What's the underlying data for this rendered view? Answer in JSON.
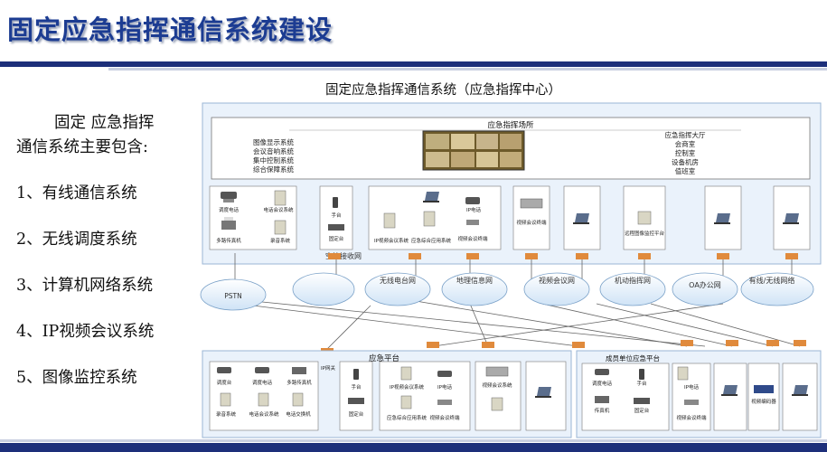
{
  "slide": {
    "title": "固定应急指挥通信系统建设"
  },
  "intro": {
    "line1": "固定 应急指挥",
    "line2": "通信系统主要包含:"
  },
  "systems": [
    "1、有线通信系统",
    "2、无线调度系统",
    "3、计算机网络系统",
    "4、IP视频会议系统",
    "5、图像监控系统"
  ],
  "diagram": {
    "title": "固定应急指挥通信系统（应急指挥中心）",
    "venue": {
      "title": "应急指挥场所",
      "left_lines": [
        "图像显示系统",
        "会议音响系统",
        "集中控制系统",
        "综合保障系统"
      ],
      "right_lines": [
        "应急指挥大厅",
        "会商室",
        "控制室",
        "设备机房",
        "值班室"
      ]
    },
    "top_devices": {
      "group1": [
        "调度电话",
        "电话会议系统",
        "多路传真机",
        "录音系统"
      ],
      "handset": "手台",
      "fixed_station": "固定台",
      "group3": [
        "IP视频会议系统",
        "应急综合应用系统",
        "IP电话",
        "视频会议终端"
      ],
      "vc_terminal": "视频会议终端",
      "remote_platform": "远程图像监控平台"
    },
    "networks": [
      "PSTN",
      "空管接收网",
      "无线电台网",
      "地理信息网",
      "视频会议网",
      "机动指挥网",
      "OA办公网",
      "有线/无线网络"
    ],
    "bottom_left": {
      "title": "应急平台",
      "router": "IP网关",
      "items": [
        "调度台",
        "调度电话",
        "多路传真机",
        "录音系统",
        "电话会议系统",
        "电话交换机",
        "手台",
        "固定台",
        "IP视频会议系统",
        "IP电话",
        "应急综合应用系统",
        "视频会议终端",
        "视频会议系统"
      ]
    },
    "bottom_right": {
      "title": "成员单位应急平台",
      "items": [
        "调度电话",
        "传真机",
        "手台",
        "固定台",
        "IP电话",
        "视频会议终端",
        "视频编码器"
      ]
    }
  },
  "colors": {
    "title_blue": "#1c3c92",
    "banner_navy": "#1d2f7a",
    "panel_bg": "#eaf2fb",
    "panel_border": "#9bb6d6",
    "router": "#e08a3c"
  }
}
